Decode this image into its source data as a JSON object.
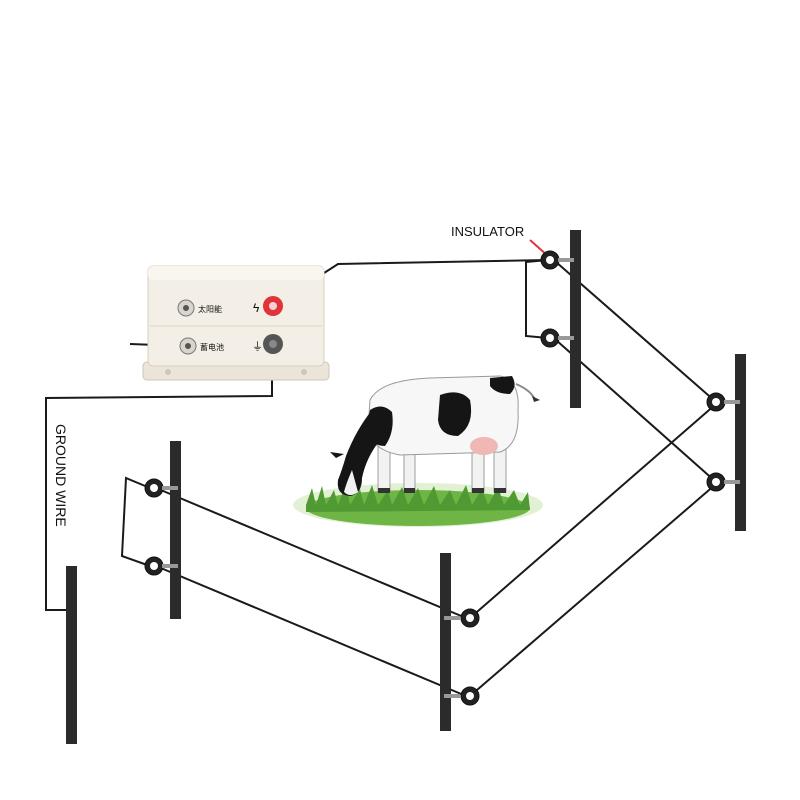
{
  "labels": {
    "insulator": "INSULATOR",
    "ground_wire": "GROUND WIRE"
  },
  "energizer": {
    "solar_terminal": "太阳能",
    "battery_terminal": "蓄电池",
    "live_symbol": "ϟ",
    "ground_symbol": "⏚"
  },
  "colors": {
    "wire": "#1a1a1a",
    "post": "#2b2b2b",
    "energizer_body": "#f4efe6",
    "live_terminal": "#e0333a",
    "ground_terminal": "#444444",
    "insulator_pointer": "#e0333a",
    "grass": "#5aa83a"
  },
  "icons": [
    "energizer-box",
    "cow",
    "grass",
    "fence-post",
    "insulator"
  ]
}
